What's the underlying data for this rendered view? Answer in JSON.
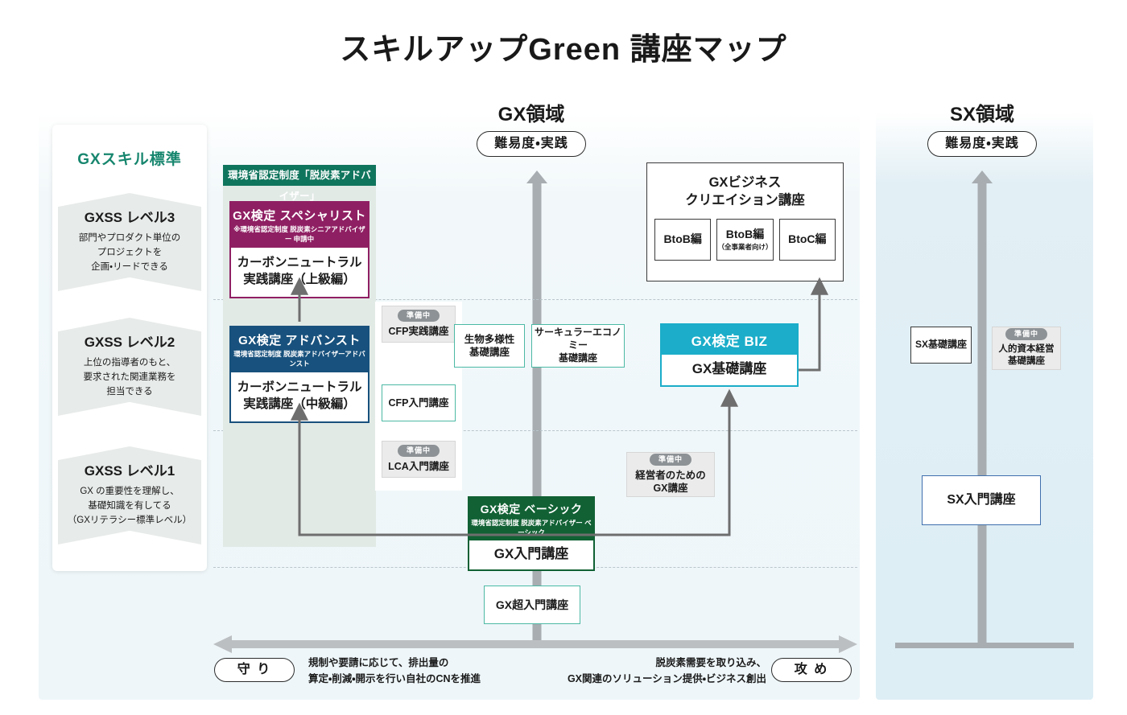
{
  "title": "スキルアップGreen 講座マップ",
  "domains": {
    "gx": {
      "header": "GX領域",
      "difficulty_badge": "難易度・実践"
    },
    "sx": {
      "header": "SX領域",
      "difficulty_badge": "難易度・実践"
    }
  },
  "skill_standard": {
    "title": "GXスキル標準",
    "levels": [
      {
        "name": "GXSS レベル3",
        "desc": "部門やプロダクト単位の\nプロジェクトを\n企画・リードできる"
      },
      {
        "name": "GXSS レベル2",
        "desc": "上位の指導者のもと、\n要求された関連業務を\n担当できる"
      },
      {
        "name": "GXSS レベル1",
        "desc": "GX の重要性を理解し、\n基礎知識を有してる\n（GXリテラシー標準レベル）"
      }
    ]
  },
  "certification": {
    "moe_band": "環境省認定制度「脱炭素アドバイザー」",
    "specialist": {
      "exam_name": "GX検定 スペシャリスト",
      "exam_sub": "※環境省認定制度 脱炭素シニアアドバイザー 申請中",
      "course_name": "カーボンニュートラル\n実践講座（上級編）",
      "color": "#8f1f63"
    },
    "advanced": {
      "exam_name": "GX検定 アドバンスト",
      "exam_sub": "環境省認定制度 脱炭素アドバイザーアドバンスト",
      "course_name": "カーボンニュートラル\n実践講座（中級編）",
      "color": "#18517d"
    },
    "biz": {
      "exam_name": "GX検定 BIZ",
      "course_name": "GX基礎講座",
      "color": "#1badc9"
    },
    "basic": {
      "exam_name": "GX検定 ベーシック",
      "exam_sub": "環境省認定制度 脱炭素アドバイザー ベーシック",
      "course_name": "GX入門講座",
      "color": "#116134"
    }
  },
  "gx_courses": {
    "cfp_practice": {
      "label": "CFP実践講座",
      "badge": "準備中"
    },
    "cfp_intro": {
      "label": "CFP入門講座",
      "badge": ""
    },
    "lca_intro": {
      "label": "LCA入門講座",
      "badge": "準備中"
    },
    "biodiversity": {
      "label": "生物多様性\n基礎講座",
      "badge": ""
    },
    "circular_economy": {
      "label": "サーキュラーエコノミー\n基礎講座",
      "badge": ""
    },
    "executive_gx": {
      "label": "経営者のための\nGX講座",
      "badge": "準備中"
    },
    "gx_super_intro": {
      "label": "GX超入門講座",
      "badge": ""
    }
  },
  "business_creation": {
    "title": "GXビジネス\nクリエイション講座",
    "cells": [
      {
        "label": "BtoB編",
        "sub": ""
      },
      {
        "label": "BtoB編",
        "sub": "（全事業者向け）"
      },
      {
        "label": "BtoC編",
        "sub": ""
      }
    ]
  },
  "sx_courses": {
    "sx_basic": {
      "label": "SX基礎講座",
      "badge": ""
    },
    "sx_human_capital": {
      "label": "人的資本経営\n基礎講座",
      "badge": "準備中"
    },
    "sx_intro": {
      "label": "SX入門講座",
      "badge": ""
    }
  },
  "bottom_axis": {
    "left_pill": "守 り",
    "right_pill": "攻 め",
    "left_note": "規制や要請に応じて、排出量の\n算定・削減・開示を行い自社のCNを推進",
    "right_note": "脱炭素需要を取り込み、\nGX関連のソリューション提供・ビジネス創出"
  },
  "colors": {
    "brand_green": "#17866e",
    "moe_green": "#10755d",
    "specialist_magenta": "#8f1f63",
    "advanced_blue": "#18517d",
    "biz_cyan": "#1badc9",
    "basic_green": "#116134",
    "teal_border": "#4cb9a4",
    "arrow_gray": "#a7adb1",
    "connector_gray": "#6e6e6e"
  }
}
